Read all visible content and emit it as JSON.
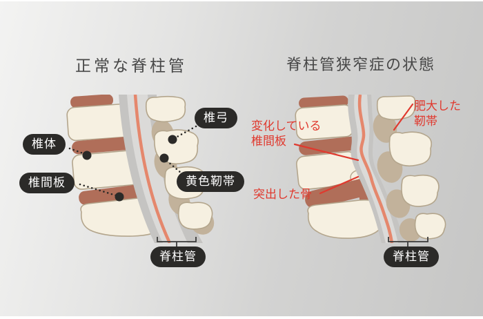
{
  "left_panel": {
    "title": "正常な脊柱管",
    "labels": {
      "vertebral_body": "椎体",
      "intervertebral_disc": "椎間板",
      "vertebral_arch": "椎弓",
      "yellow_ligament": "黄色靭帯",
      "spinal_canal": "脊柱管"
    }
  },
  "right_panel": {
    "title": "脊柱管狭窄症の状態",
    "labels": {
      "changed_disc_line1": "変化している",
      "changed_disc_line2": "椎間板",
      "hypertrophied_ligament_line1": "肥大した",
      "hypertrophied_ligament_line2": "靭帯",
      "protruding_bone": "突出した骨",
      "spinal_canal": "脊柱管"
    }
  },
  "colors": {
    "background_start": "#f3f3f2",
    "background_end": "#c6c6c5",
    "bone": "#f6f0e1",
    "bone_outline": "#b3a58c",
    "disc": "#b06e59",
    "ligament": "#c2b29b",
    "canal_outer": "#c5c4c2",
    "canal_inner": "#dbdad8",
    "spinal_cord": "#e5876c",
    "label_pill": "#2b2a28",
    "label_text": "#ffffff",
    "annotation_red": "#e0392e",
    "title_color": "#474747",
    "bracket_color": "#3a3a3a"
  }
}
